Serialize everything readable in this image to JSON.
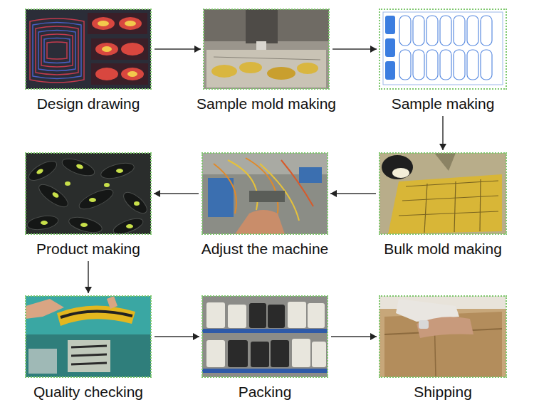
{
  "diagram": {
    "nodes": [
      {
        "text": [
          "Design drawing"
        ]
      },
      {
        "text": [
          "Sample mold making"
        ]
      },
      {
        "text": [
          "Sample making"
        ]
      },
      {
        "text": [
          "Product making"
        ]
      },
      {
        "text": [
          "Adjust the machine"
        ]
      },
      {
        "text": [
          "Bulk mold making"
        ]
      },
      {
        "text": [
          "Quality checking"
        ]
      },
      {
        "text": [
          "Packing"
        ]
      },
      {
        "text": [
          "Shipping"
        ]
      }
    ],
    "edges": [
      {
        "from": 0,
        "to": 1,
        "arrow": "to"
      },
      {
        "from": 1,
        "to": 2,
        "arrow": "to"
      },
      {
        "from": 2,
        "to": 5,
        "arrow": "to"
      },
      {
        "from": 5,
        "to": 4,
        "arrow": "to"
      },
      {
        "from": 4,
        "to": 3,
        "arrow": "to"
      },
      {
        "from": 3,
        "to": 6,
        "arrow": "to"
      },
      {
        "from": 6,
        "to": 7,
        "arrow": "to"
      },
      {
        "from": 7,
        "to": 8,
        "arrow": "to"
      }
    ]
  }
}
